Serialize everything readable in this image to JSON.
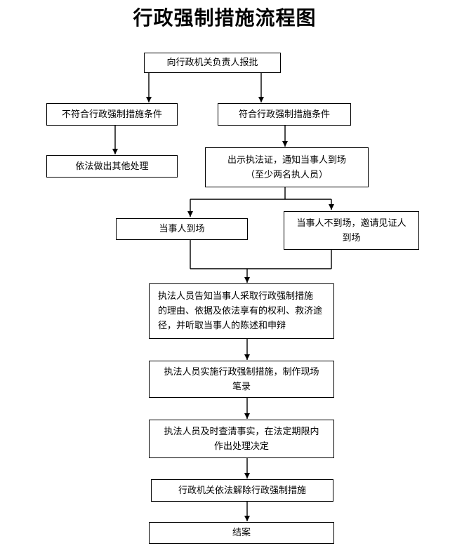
{
  "title": "行政强制措施流程图",
  "nodes": {
    "report": "向行政机关负责人报批",
    "not_meet": "不符合行政强制措施条件",
    "other_handling": "依法做出其他处理",
    "meet": "符合行政强制措施条件",
    "show_cert": "出示执法证，通知当事人到场\n（至少两名执人员）",
    "party_present": "当事人到场",
    "party_absent": "当事人不到场，邀请见证人\n到场",
    "inform": "执法人员告知当事人采取行政强制措施\n的理由、依据及依法享有的权利、救济途\n径，并听取当事人的陈述和申辩",
    "implement": "执法人员实施行政强制措施，制作现场\n笔录",
    "investigate": "执法人员及时查清事实，在法定期限内\n作出处理决定",
    "release": "行政机关依法解除行政强制措施",
    "close": "结案"
  }
}
